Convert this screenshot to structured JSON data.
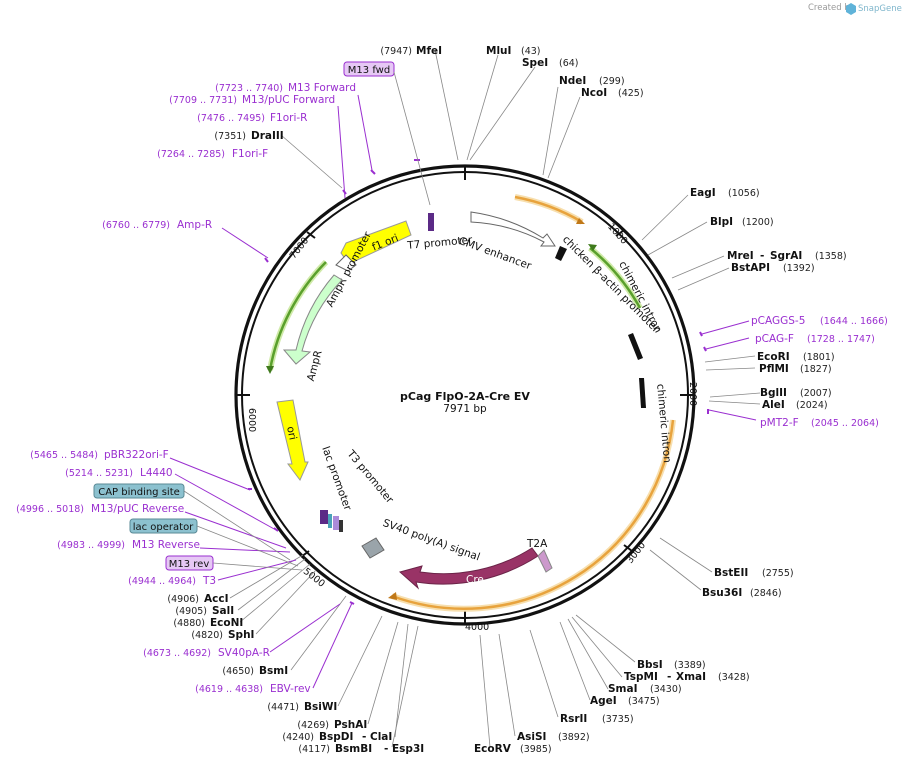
{
  "header": {
    "created_by": "Created by",
    "brand": "SnapGene"
  },
  "plasmid": {
    "name": "pCag FlpO-2A-Cre EV",
    "length": "7971 bp"
  },
  "ticks": [
    "1000",
    "2000",
    "3000",
    "4000",
    "5000",
    "6000",
    "7000"
  ],
  "features": {
    "t7_promoter": "T7 promoter",
    "cmv_enhancer": "CMV enhancer",
    "f1_ori": "f1 ori",
    "ampr_promoter": "AmpR promoter",
    "ampr": "AmpR",
    "chicken_actin": "chicken β-actin promoter",
    "chimeric_intron": "chimeric intron",
    "chimeric_intron2": "chimeric intron",
    "ori": "ori",
    "lac_promoter": "lac promoter",
    "t3_promoter": "T3 promoter",
    "sv40_polya": "SV40 poly(A) signal",
    "t2a": "T2A",
    "cre": "Cre"
  },
  "boxes": {
    "m13_fwd": "M13 fwd",
    "cap_site": "CAP binding site",
    "lac_operator": "lac operator",
    "m13_rev": "M13 rev"
  },
  "sites_right": [
    {
      "name": "MfeI",
      "pos": "(7947)"
    },
    {
      "name": "MluI",
      "pos": "(43)"
    },
    {
      "name": "SpeI",
      "pos": "(64)"
    },
    {
      "name": "NdeI",
      "pos": "(299)"
    },
    {
      "name": "NcoI",
      "pos": "(425)"
    },
    {
      "name": "EagI",
      "pos": "(1056)"
    },
    {
      "name": "BlpI",
      "pos": "(1200)"
    },
    {
      "name": "MreI",
      "name2": "SgrAI",
      "pos": "(1358)"
    },
    {
      "name": "BstAPI",
      "pos": "(1392)"
    },
    {
      "name": "EcoRI",
      "pos": "(1801)"
    },
    {
      "name": "PflMI",
      "pos": "(1827)"
    },
    {
      "name": "BglII",
      "pos": "(2007)"
    },
    {
      "name": "AleI",
      "pos": "(2024)"
    },
    {
      "name": "BstEII",
      "pos": "(2755)"
    },
    {
      "name": "Bsu36I",
      "pos": "(2846)"
    },
    {
      "name": "BbsI",
      "pos": "(3389)"
    },
    {
      "name": "TspMI",
      "name2": "XmaI",
      "pos": "(3428)"
    },
    {
      "name": "SmaI",
      "pos": "(3430)"
    },
    {
      "name": "AgeI",
      "pos": "(3475)"
    },
    {
      "name": "RsrII",
      "pos": "(3735)"
    },
    {
      "name": "AsiSI",
      "pos": "(3892)"
    },
    {
      "name": "EcoRV",
      "pos": "(3985)"
    }
  ],
  "sites_left": [
    {
      "name": "DraIII",
      "pos": "(7351)"
    },
    {
      "name": "AccI",
      "pos": "(4906)"
    },
    {
      "name": "SalI",
      "pos": "(4905)"
    },
    {
      "name": "EcoNI",
      "pos": "(4880)"
    },
    {
      "name": "SphI",
      "pos": "(4820)"
    },
    {
      "name": "BsmI",
      "pos": "(4650)"
    },
    {
      "name": "BsiWI",
      "pos": "(4471)"
    },
    {
      "name": "PshAI",
      "pos": "(4269)"
    },
    {
      "name": "BspDI",
      "name2": "ClaI",
      "pos": "(4240)"
    },
    {
      "name": "BsmBI",
      "name2": "Esp3I",
      "pos": "(4117)"
    }
  ],
  "primers": [
    {
      "name": "M13 Forward",
      "pos": "(7723 .. 7740)"
    },
    {
      "name": "M13/pUC Forward",
      "pos": "(7709 .. 7731)"
    },
    {
      "name": "F1ori-R",
      "pos": "(7476 .. 7495)"
    },
    {
      "name": "F1ori-F",
      "pos": "(7264 .. 7285)"
    },
    {
      "name": "Amp-R",
      "pos": "(6760 .. 6779)"
    },
    {
      "name": "pBR322ori-F",
      "pos": "(5465 .. 5484)"
    },
    {
      "name": "L4440",
      "pos": "(5214 .. 5231)"
    },
    {
      "name": "M13/pUC Reverse",
      "pos": "(4996 .. 5018)"
    },
    {
      "name": "M13 Reverse",
      "pos": "(4983 .. 4999)"
    },
    {
      "name": "T3",
      "pos": "(4944 .. 4964)"
    },
    {
      "name": "SV40pA-R",
      "pos": "(4673 .. 4692)"
    },
    {
      "name": "EBV-rev",
      "pos": "(4619 .. 4638)"
    },
    {
      "name": "pCAGGS-5",
      "pos": "(1644 .. 1666)"
    },
    {
      "name": "pCAG-F",
      "pos": "(1728 .. 1747)"
    },
    {
      "name": "pMT2-F",
      "pos": "(2045 .. 2064)"
    }
  ],
  "colors": {
    "backbone": "#111111",
    "primer": "#9a2fd0",
    "f1_ori": "#ffff00",
    "ampr": "#ccffcc",
    "cre": "#993366",
    "t2a": "#cc99cc",
    "orf_orange": "#e8a33d",
    "orf_green": "#5aa02c",
    "box_purple": "#e6c8f5",
    "box_teal": "#8cc1cf"
  }
}
